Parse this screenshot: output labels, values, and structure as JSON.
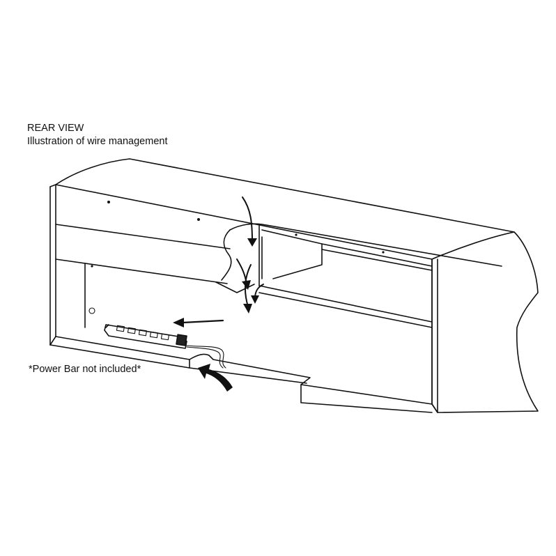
{
  "labels": {
    "view_title": "REAR VIEW",
    "view_subtitle": "Illustration of wire management",
    "footnote": "*Power Bar not included*"
  },
  "colors": {
    "line": "#111111",
    "background": "#ffffff"
  }
}
